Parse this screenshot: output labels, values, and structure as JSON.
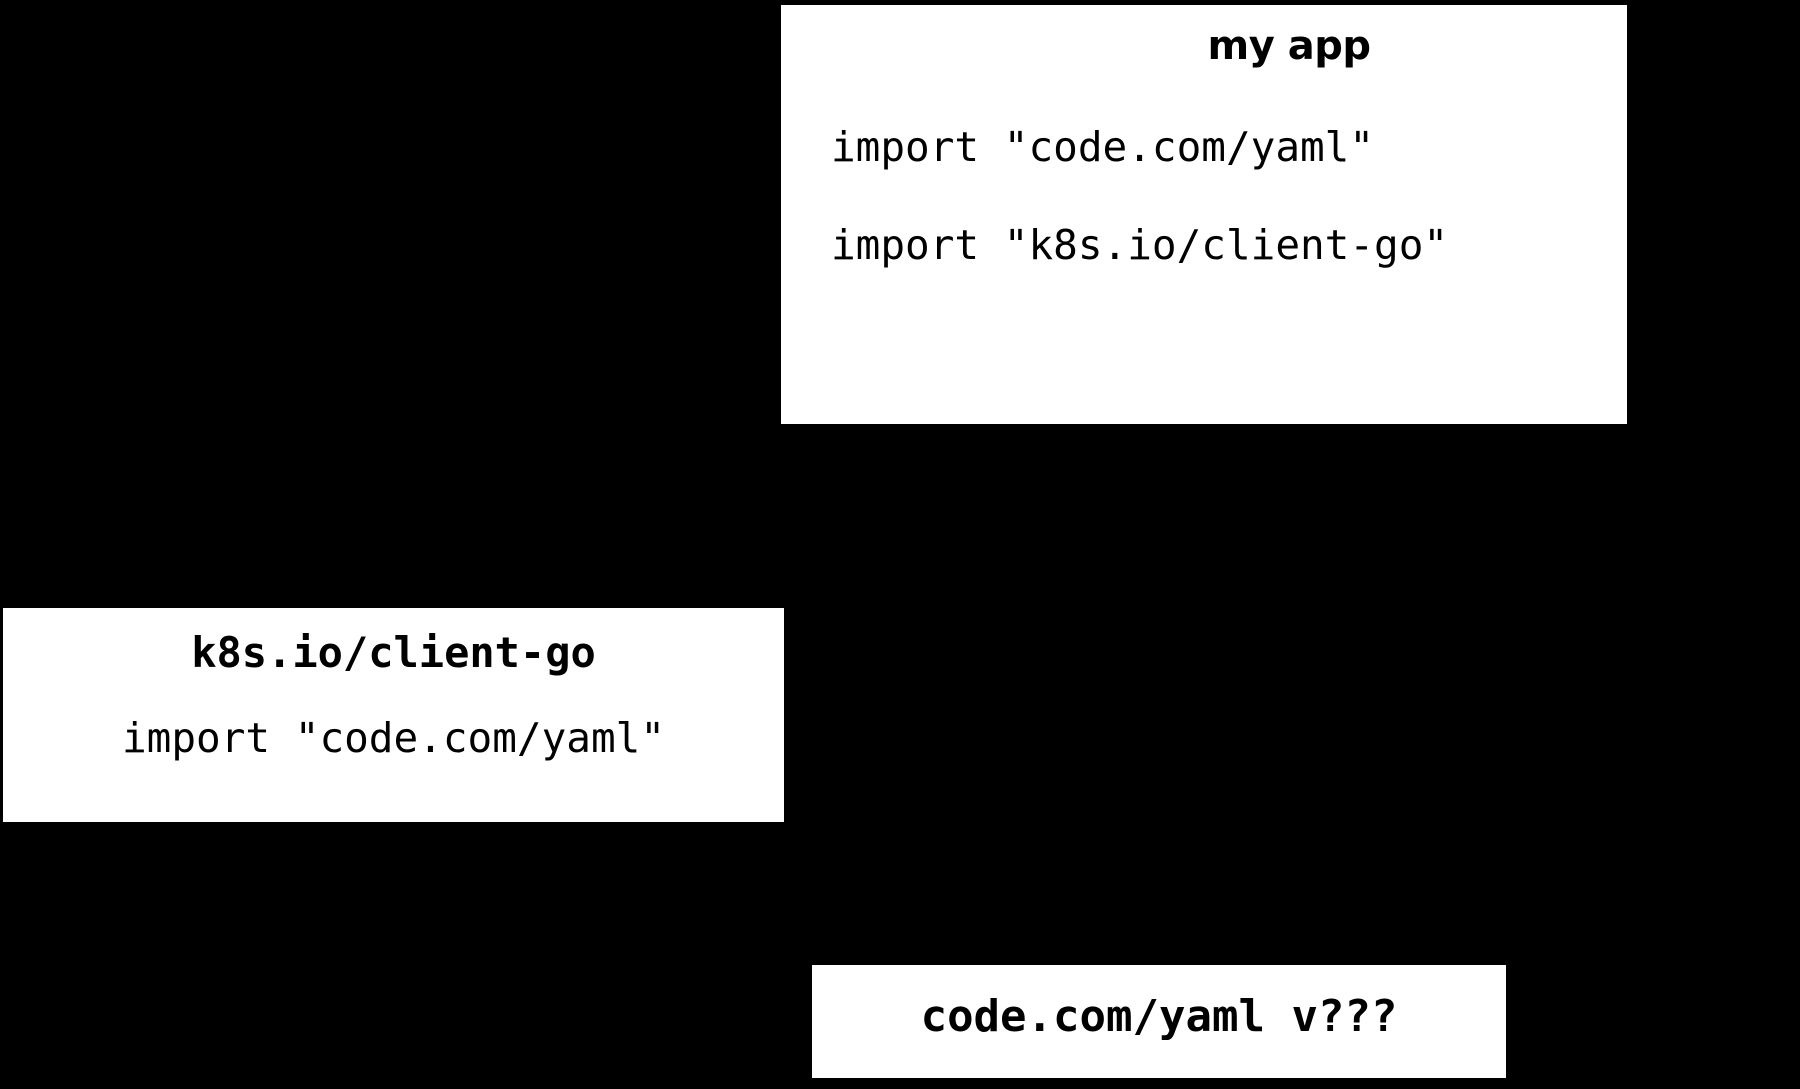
{
  "diagram": {
    "background_color": "#000000",
    "node_fill_color": "#ffffff",
    "edge_color": "#000000",
    "nodes": [
      {
        "id": "my-app",
        "title": "my app",
        "lines": [
          "import \"code.com/yaml\"",
          "import \"k8s.io/client-go\""
        ]
      },
      {
        "id": "k8s-client-go",
        "title": "k8s.io/client-go",
        "lines": [
          "import \"code.com/yaml\""
        ]
      },
      {
        "id": "code-com-yaml",
        "title": "code.com/yaml v???",
        "lines": []
      }
    ],
    "edges": [
      {
        "id": "edge-yaml-out",
        "from": "my-app.import-code-com-yaml",
        "to": "code-com-yaml",
        "style": "curve"
      },
      {
        "id": "edge-clientgo-in",
        "from": "k8s-client-go",
        "to": "my-app.import-k8s-io-client-go",
        "style": "straight"
      }
    ]
  }
}
